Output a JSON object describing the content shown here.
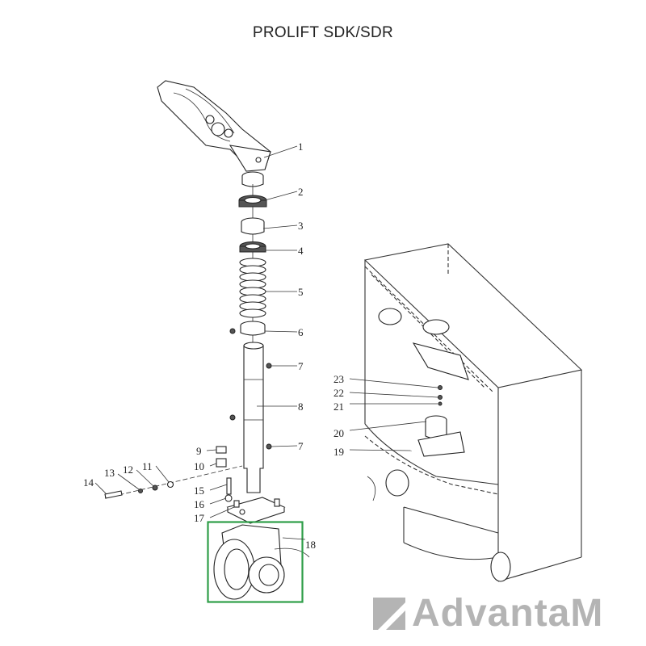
{
  "title": "PROLIFT SDK/SDR",
  "callouts": [
    "1",
    "2",
    "3",
    "4",
    "5",
    "6",
    "7",
    "8",
    "7",
    "9",
    "10",
    "11",
    "12",
    "13",
    "14",
    "15",
    "16",
    "17",
    "18",
    "19",
    "20",
    "21",
    "22",
    "23"
  ],
  "highlight_color": "#2e9e48",
  "logo": {
    "text": "AdvantaM"
  }
}
